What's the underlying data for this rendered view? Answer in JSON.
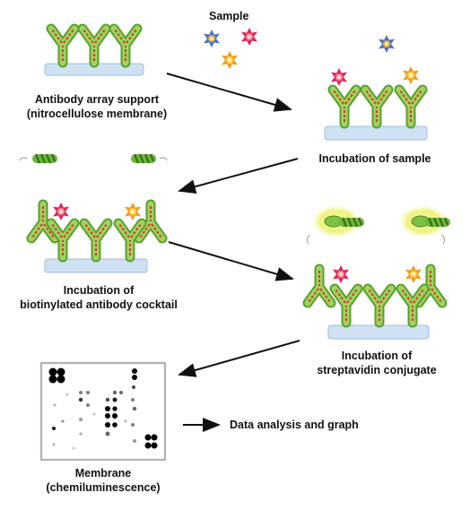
{
  "labels": {
    "sample": "Sample",
    "support_l1": "Antibody array support",
    "support_l2": "(nitrocellulose membrane)",
    "incubation_sample": "Incubation of sample",
    "biotin_l1": "Incubation of",
    "biotin_l2": "biotinylated antibody cocktail",
    "strep_l1": "Incubation of",
    "strep_l2": "streptavidin conjugate",
    "data_analysis": "Data analysis and graph",
    "membrane_l1": "Membrane",
    "membrane_l2": "(chemiluminescence)"
  },
  "colors": {
    "membrane": "#cfe1f3",
    "membrane_edge": "#9fbfdc",
    "antibody_green": "#7cc242",
    "antibody_red": "#d9412b",
    "antigen_blue": "#5a7fc4",
    "antigen_red": "#e0245e",
    "antigen_yellow": "#f5a623",
    "glow": "#f4f58a",
    "arrow": "#111111"
  }
}
